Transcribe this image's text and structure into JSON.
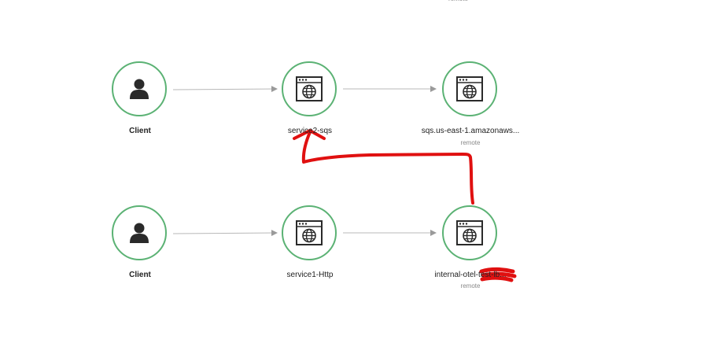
{
  "top_partial_label": "remote",
  "nodes": [
    {
      "id": "client-top",
      "label": "Client",
      "sub": "",
      "icon": "user-icon"
    },
    {
      "id": "service2",
      "label": "service2-sqs",
      "sub": "",
      "icon": "web-service-icon"
    },
    {
      "id": "sqs",
      "label": "sqs.us-east-1.amazonaws...",
      "sub": "remote",
      "icon": "web-service-icon"
    },
    {
      "id": "client-bottom",
      "label": "Client",
      "sub": "",
      "icon": "user-icon"
    },
    {
      "id": "service1",
      "label": "service1-Http",
      "sub": "",
      "icon": "web-service-icon"
    },
    {
      "id": "internal-lb",
      "label": "internal-otel-test-lb...",
      "sub": "remote",
      "icon": "web-service-icon"
    }
  ],
  "colors": {
    "node_border": "#5bb274",
    "edge": "#b8b8b8",
    "annotation": "#e01010",
    "icon": "#2a2a2a"
  }
}
